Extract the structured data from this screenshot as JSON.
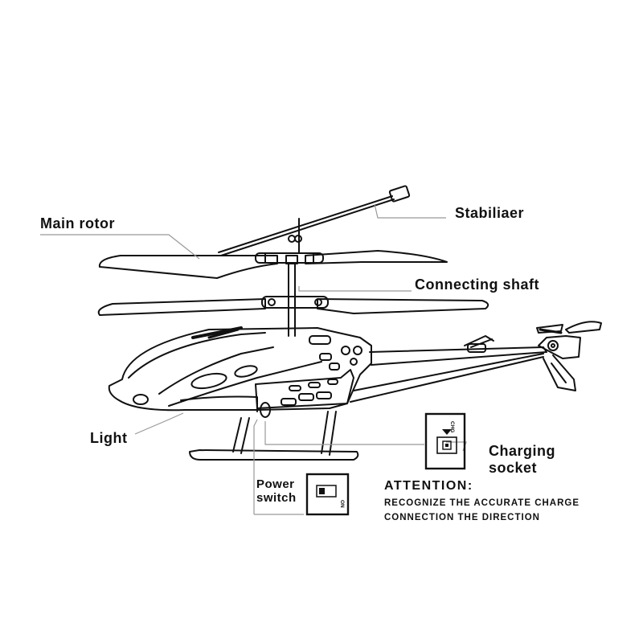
{
  "labels": {
    "main_rotor": "Main rotor",
    "stabiliaer": "Stabiliaer",
    "connecting_shaft": "Connecting shaft",
    "light": "Light",
    "charging_socket_line1": "Charging",
    "charging_socket_line2": "socket",
    "power_switch_line1": "Power",
    "power_switch_line2": "switch"
  },
  "switch_panel": {
    "on_text": "ON"
  },
  "charge_panel": {
    "chg_text": "CHG"
  },
  "attention": {
    "title": "ATTENTION:",
    "line1": "RECOGNIZE THE ACCURATE CHARGE",
    "line2": "CONNECTION THE DIRECTION"
  },
  "colors": {
    "line": "#111111",
    "leader": "#999999",
    "background": "#ffffff"
  }
}
